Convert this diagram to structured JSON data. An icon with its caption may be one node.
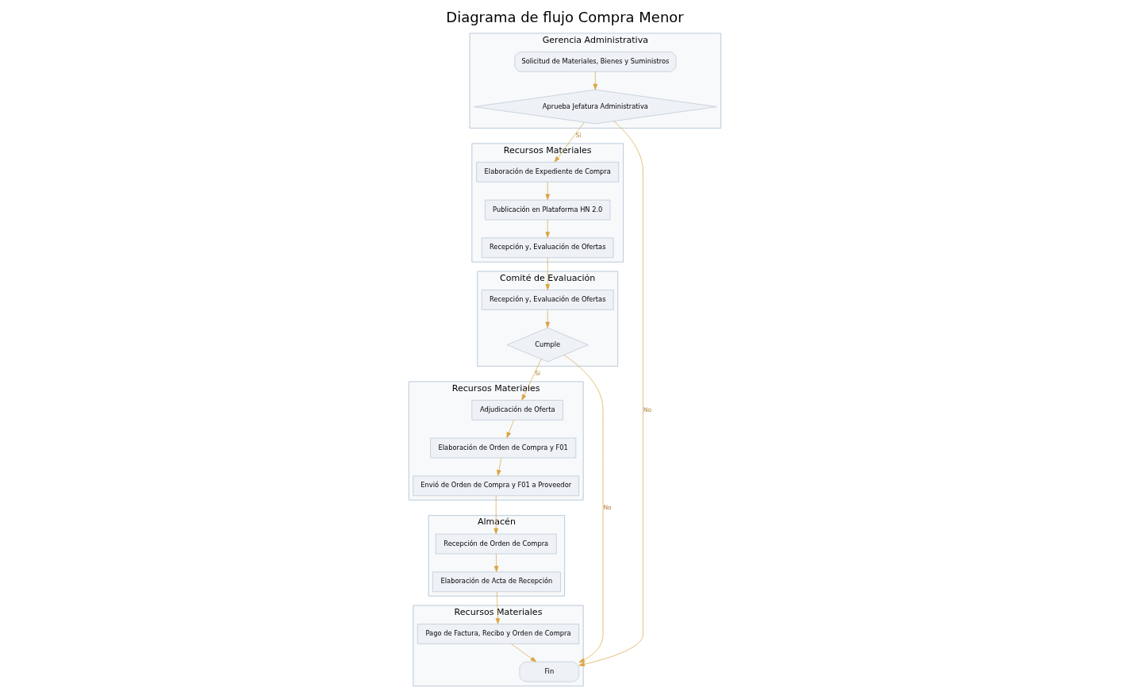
{
  "diagram": {
    "title": "Diagrama de flujo Compra Menor",
    "nodes": [
      {
        "text": [
          "Gerencia Administrativa"
        ]
      },
      {
        "text": [
          "Solicitud de Materiales, Bienes y Suministros"
        ],
        "in": 0
      },
      {
        "text": [
          "Aprueba Jefatura Administrativa"
        ],
        "in": 0
      },
      {
        "text": [
          "Recursos Materiales"
        ]
      },
      {
        "text": [
          "Elaboración de Expediente de Compra"
        ],
        "in": 3
      },
      {
        "text": [
          "Publicación en Plataforma HN 2.0"
        ],
        "in": 3
      },
      {
        "text": [
          "Recepción y, Evaluación de Ofertas"
        ],
        "in": 3
      },
      {
        "text": [
          "Comité de Evaluación"
        ]
      },
      {
        "text": [
          "Recepción y, Evaluación de Ofertas"
        ],
        "in": 7
      },
      {
        "text": [
          "Cumple"
        ],
        "in": 7
      },
      {
        "text": [
          "Recursos Materiales"
        ]
      },
      {
        "text": [
          "Adjudicación de Oferta"
        ],
        "in": 10
      },
      {
        "text": [
          "Elaboración de Orden de Compra y F01"
        ],
        "in": 10
      },
      {
        "text": [
          "Envió de Orden de Compra y F01 a Proveedor"
        ],
        "in": 10
      },
      {
        "text": [
          "Almacén"
        ]
      },
      {
        "text": [
          "Recepción de Orden de Compra"
        ],
        "in": 14
      },
      {
        "text": [
          "Elaboración de Acta de Recepción"
        ],
        "in": 14
      },
      {
        "text": [
          "Recursos Materiales"
        ]
      },
      {
        "text": [
          "Pago de Factura, Recibo y Orden de Compra"
        ],
        "in": 17
      },
      {
        "text": [
          "Fin"
        ],
        "in": 17
      }
    ],
    "edges": [
      {
        "from": 1,
        "to": 2,
        "arrow": "to"
      },
      {
        "from": 2,
        "to": 4,
        "arrow": "to",
        "label": "Sí"
      },
      {
        "from": 4,
        "to": 5,
        "arrow": "to"
      },
      {
        "from": 5,
        "to": 6,
        "arrow": "to"
      },
      {
        "from": 6,
        "to": 8,
        "arrow": "to"
      },
      {
        "from": 8,
        "to": 9,
        "arrow": "to"
      },
      {
        "from": 9,
        "to": 11,
        "arrow": "to",
        "label": "Si"
      },
      {
        "from": 9,
        "to": 19,
        "arrow": "to",
        "label": "No"
      },
      {
        "from": 2,
        "to": 19,
        "arrow": "to",
        "label": "No"
      },
      {
        "from": 11,
        "to": 12,
        "arrow": "to"
      },
      {
        "from": 12,
        "to": 13,
        "arrow": "to"
      },
      {
        "from": 13,
        "to": 15,
        "arrow": "to"
      },
      {
        "from": 15,
        "to": 16,
        "arrow": "to"
      },
      {
        "from": 16,
        "to": 18,
        "arrow": "to"
      },
      {
        "from": 18,
        "to": 19,
        "arrow": "to"
      }
    ]
  }
}
